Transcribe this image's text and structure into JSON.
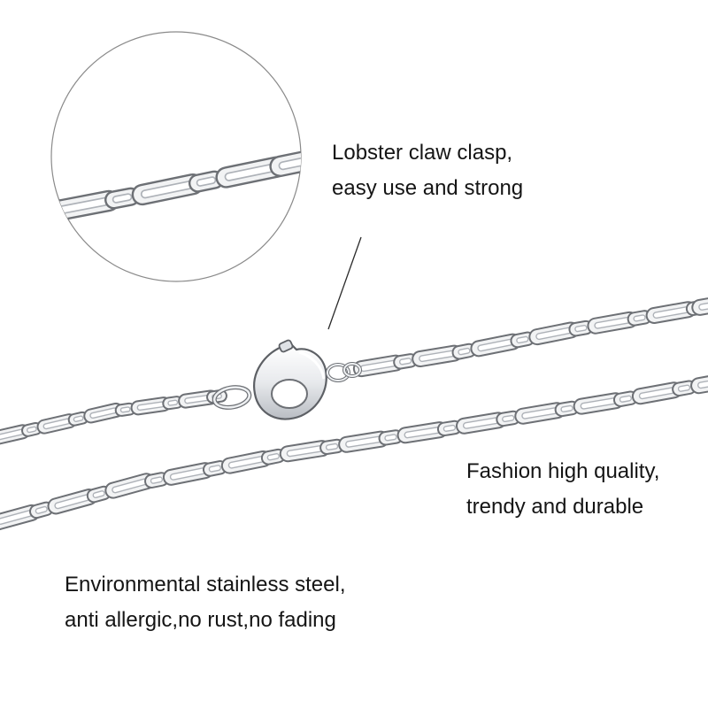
{
  "captions": {
    "clasp": {
      "line1": "Lobster claw clasp,",
      "line2": "easy use and strong"
    },
    "quality": {
      "line1": "Fashion high quality,",
      "line2": "trendy and durable"
    },
    "steel": {
      "line1": "Environmental stainless steel,",
      "line2": "anti allergic,no rust,no fading"
    }
  },
  "colors": {
    "background": "#ffffff",
    "text": "#151515",
    "metal_fill": "#f2f3f4",
    "metal_edge": "#6d7075",
    "metal_shadow": "#aeb2b8",
    "zoom_circle": "#8a8a8a"
  },
  "product": {
    "item": "stainless steel link chain necklace",
    "clasp": "lobster-claw-clasp-icon"
  }
}
